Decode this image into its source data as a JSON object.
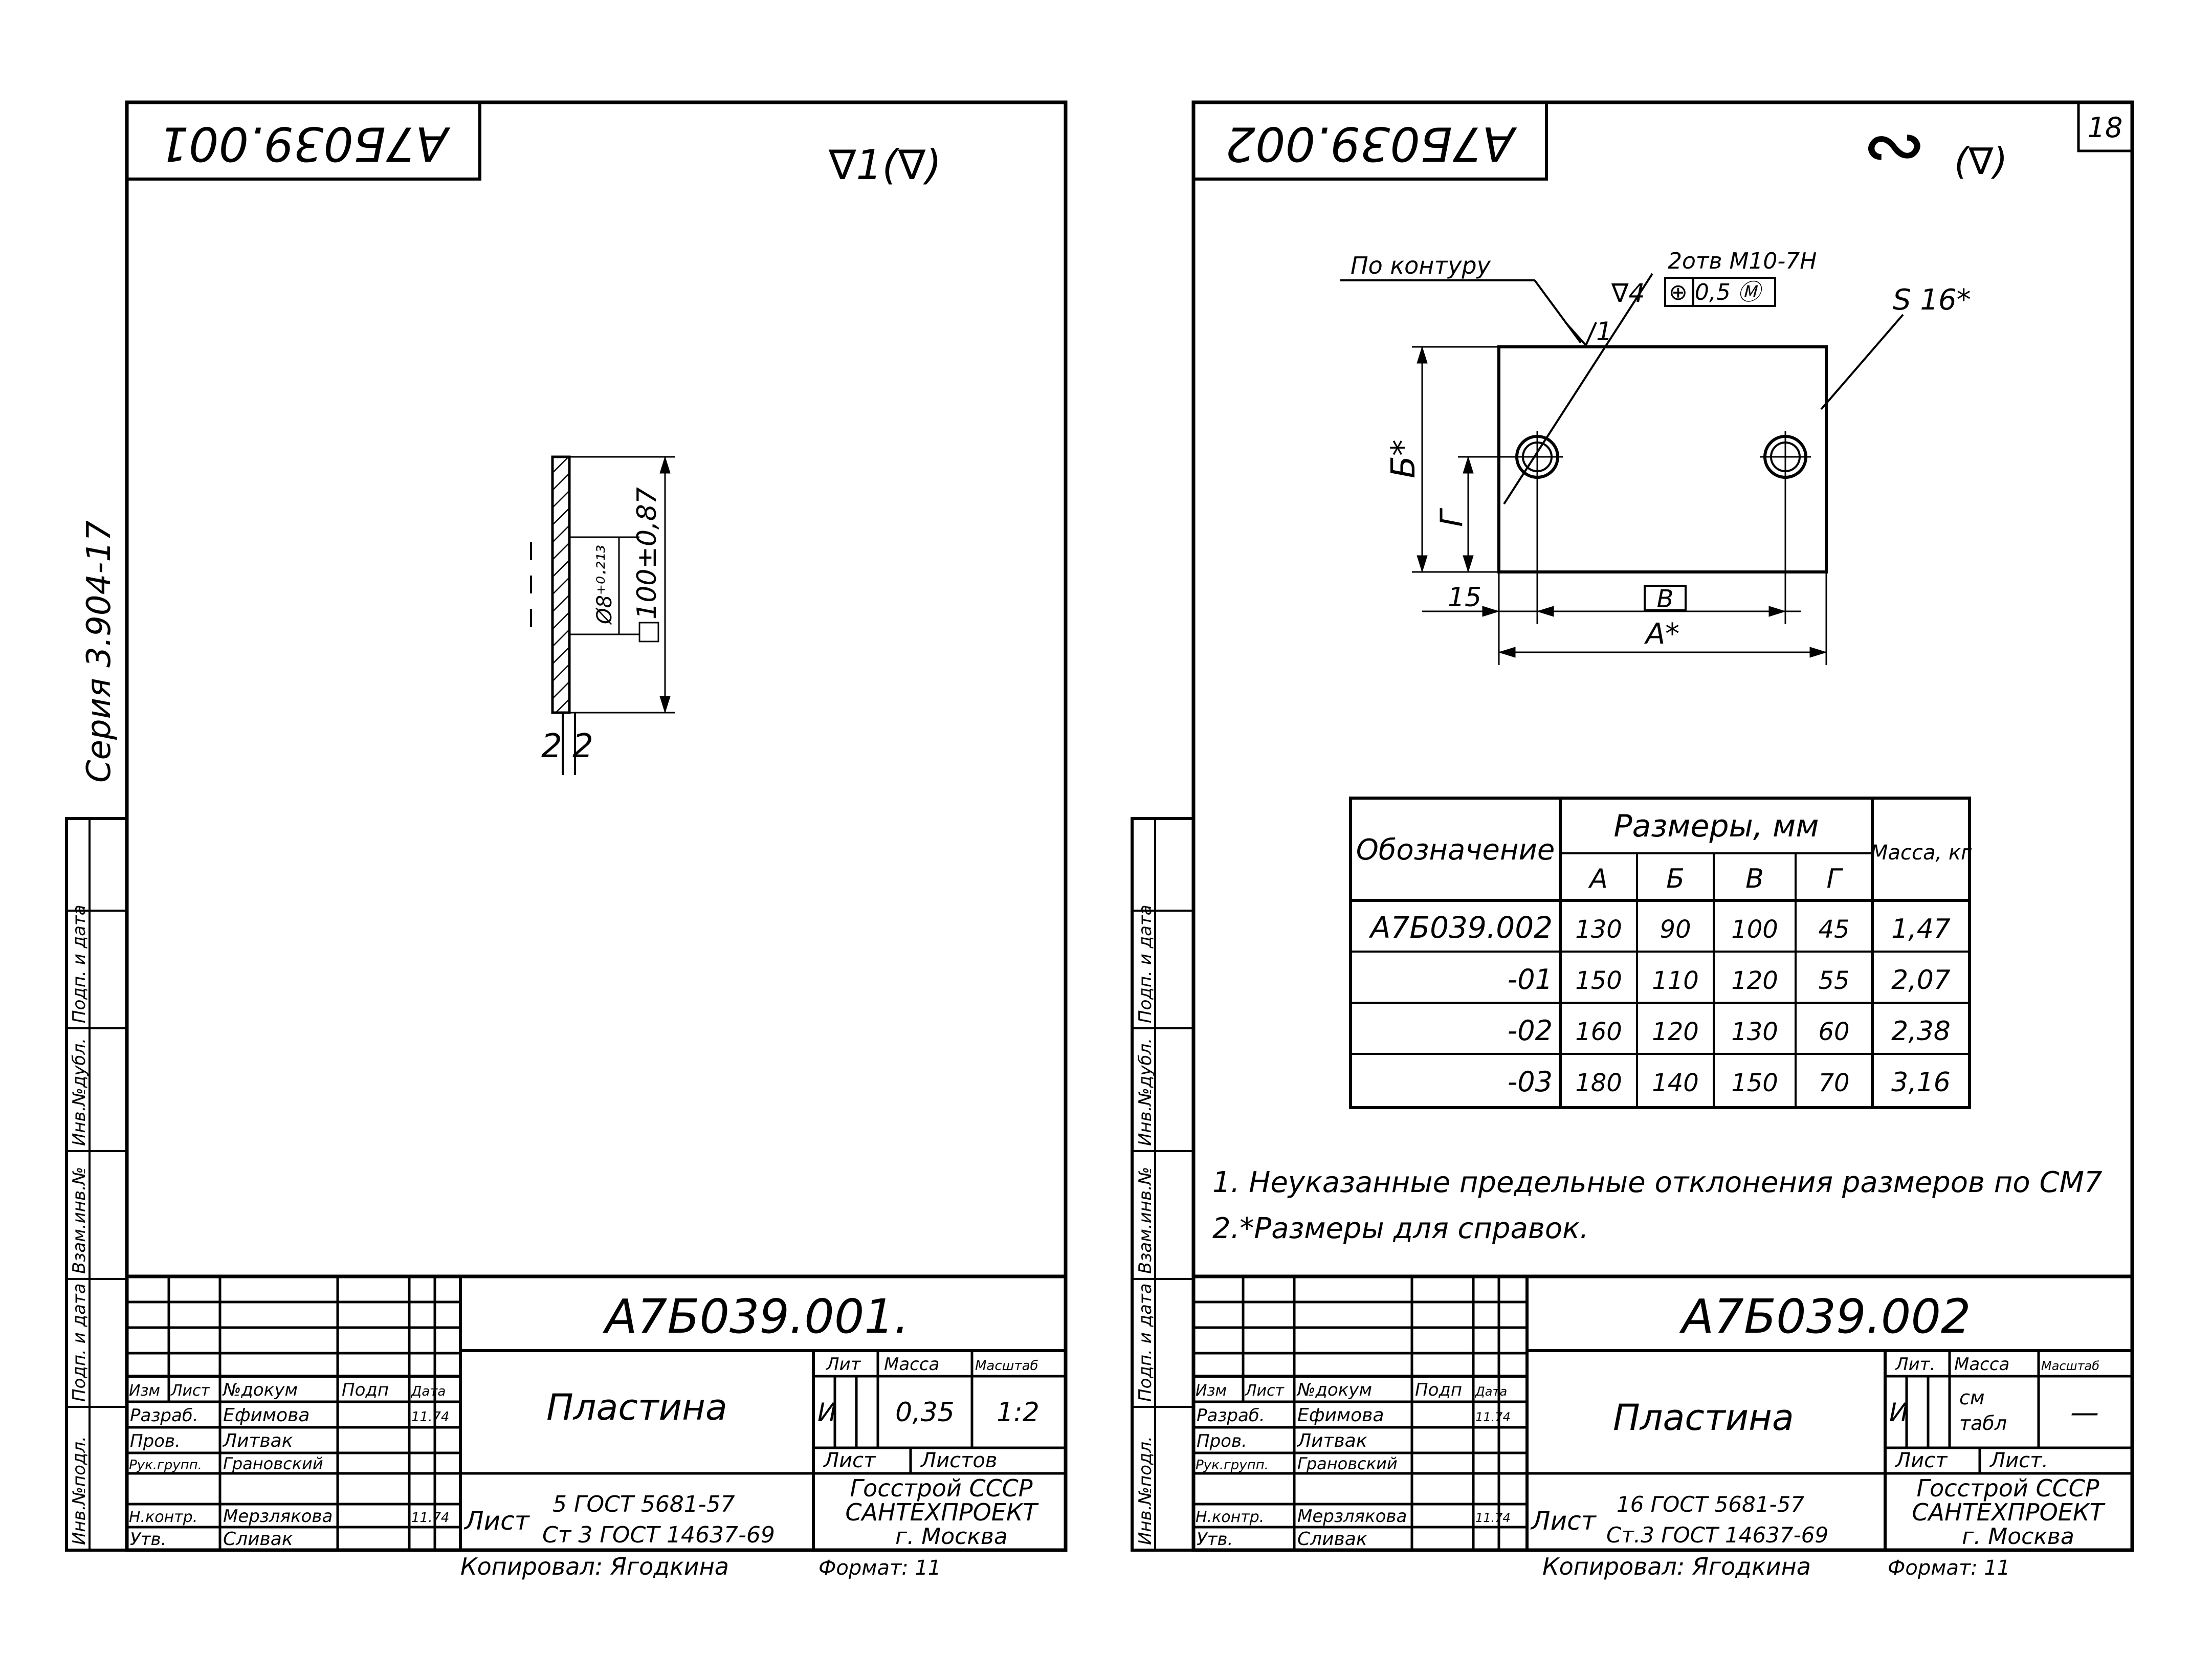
{
  "series_label": "Серия 3.904-17",
  "left_side_stamps": [
    "Инв.№подл.",
    "Подп. и дата",
    "Взам.инв.№",
    "Инв.№дубл.",
    "Подп. и дата"
  ],
  "right_side_stamps": [
    "Инв.№подл.",
    "Подп. и дата",
    "Взам.инв.№",
    "Инв.№дубл.",
    "Подп. и дата"
  ],
  "left_sheet": {
    "code_mirrored": "А7Б039.001",
    "roughness": "∇1(∇)",
    "dim_diameter": "Ø8⁺⁰·²¹³",
    "dim_square": "□100±0,87",
    "section_mark": "2 2",
    "title_block": {
      "designation": "А7Б039.001.",
      "name": "Пластина",
      "head_izm": "Изм",
      "head_list": "Лист",
      "head_doc": "№докум",
      "head_podp": "Подп",
      "head_date": "Дата",
      "role_razrab": "Разраб.",
      "name_razrab": "Ефимова",
      "date_razrab": "11.74",
      "role_prov": "Пров.",
      "name_prov": "Литвак",
      "role_ruk": "Рук.групп.",
      "name_ruk": "Грановский",
      "role_nkontr": "Н.контр.",
      "name_nkontr": "Мерзлякова",
      "date_nkontr": "11.74",
      "role_utv": "Утв.",
      "name_utv": "Сливак",
      "material_prefix": "Лист",
      "material_line1": "5 ГОСТ 5681-57",
      "material_line2": "Ст 3 ГОСТ 14637-69",
      "lit_label": "Лит",
      "mass_label": "Масса",
      "scale_label": "Масштаб",
      "lit_value": "И",
      "mass_value": "0,35",
      "scale_value": "1:2",
      "sheet_label": "Лист",
      "sheets_label": "Листов",
      "org_line1": "Госстрой СССР",
      "org_line2": "САНТЕХПРОЕКТ",
      "org_line3": "г. Москва",
      "copied": "Копировал: Ягодкина",
      "format": "Формат: 11"
    }
  },
  "right_sheet": {
    "page_number": "18",
    "code_mirrored": "А7Б039.002",
    "roughness_symbol": "∾",
    "roughness_paren": "(∇)",
    "label_contour": "По контуру",
    "label_roughness_contour": "1",
    "label_roughness_hole": "∇4",
    "label_holes": "2отв М10-7Н",
    "label_position": "⊕ 0,5 Ⓜ",
    "label_thickness": "S 16*",
    "dim_b": "Б*",
    "dim_g": "Г",
    "dim_15": "15",
    "dim_v": "В",
    "dim_a": "А*",
    "table": {
      "col_designation": "Обозначение",
      "col_sizes": "Размеры, мм",
      "col_mass": "Масса, кг",
      "sub_headers": [
        "А",
        "Б",
        "В",
        "Г"
      ],
      "rows": [
        {
          "designation": "А7Б039.002",
          "a": "130",
          "b": "90",
          "v": "100",
          "g": "45",
          "mass": "1,47"
        },
        {
          "designation": "-01",
          "a": "150",
          "b": "110",
          "v": "120",
          "g": "55",
          "mass": "2,07"
        },
        {
          "designation": "-02",
          "a": "160",
          "b": "120",
          "v": "130",
          "g": "60",
          "mass": "2,38"
        },
        {
          "designation": "-03",
          "a": "180",
          "b": "140",
          "v": "150",
          "g": "70",
          "mass": "3,16"
        }
      ]
    },
    "note1": "1. Неуказанные предельные отклонения размеров по СМ7",
    "note2": "2.*Размеры для справок.",
    "title_block": {
      "designation": "А7Б039.002",
      "name": "Пластина",
      "head_izm": "Изм",
      "head_list": "Лист",
      "head_doc": "№докум",
      "head_podp": "Подп",
      "head_date": "Дата",
      "role_razrab": "Разраб.",
      "name_razrab": "Ефимова",
      "date_razrab": "11.74",
      "role_prov": "Пров.",
      "name_prov": "Литвак",
      "role_ruk": "Рук.групп.",
      "name_ruk": "Грановский",
      "role_nkontr": "Н.контр.",
      "name_nkontr": "Мерзлякова",
      "date_nkontr": "11.74",
      "role_utv": "Утв.",
      "name_utv": "Сливак",
      "material_prefix": "Лист",
      "material_line1": "16 ГОСТ 5681-57",
      "material_line2": "Ст.3 ГОСТ 14637-69",
      "lit_label": "Лит.",
      "mass_label": "Масса",
      "scale_label": "Масштаб",
      "lit_value": "И",
      "mass_value_1": "см",
      "mass_value_2": "табл",
      "scale_value": "—",
      "sheet_label": "Лист",
      "sheets_label": "Лист.",
      "org_line1": "Госстрой СССР",
      "org_line2": "САНТЕХПРОЕКТ",
      "org_line3": "г. Москва",
      "copied": "Копировал: Ягодкина",
      "format": "Формат: 11"
    }
  }
}
